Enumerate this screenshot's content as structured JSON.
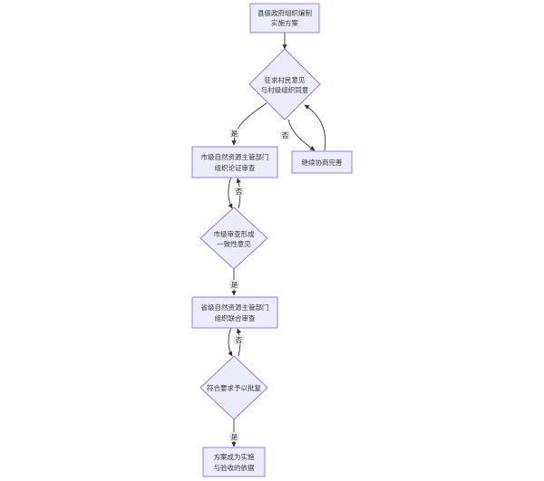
{
  "colors": {
    "node_fill": "#ECECFF",
    "node_stroke": "#9370DB",
    "edge": "#333333",
    "label_bg": "#E8E8E8",
    "text": "#333333"
  },
  "nodes": {
    "start": {
      "line1": "县级政府组织编制",
      "line2": "实施方案"
    },
    "decision1": {
      "line1": "征求村民意见",
      "line2": "与村级组织同意"
    },
    "process1": {
      "line1": "市级自然资源主管部门",
      "line2": "组织论证审查"
    },
    "continue": {
      "line1": "继续协商完善"
    },
    "decision2": {
      "line1": "市级审查形成",
      "line2": "一致性意见"
    },
    "process2": {
      "line1": "省级自然资源主管部门",
      "line2": "组织联合审查"
    },
    "decision3": {
      "line1": "符合要求予以批复"
    },
    "end": {
      "line1": "方案成为实施",
      "line2": "与验收的依据"
    }
  },
  "edge_labels": {
    "d1_yes": "是",
    "d1_no": "否",
    "d2_no": "否",
    "d2_yes": "是",
    "d3_no": "否",
    "d3_yes": "是"
  }
}
